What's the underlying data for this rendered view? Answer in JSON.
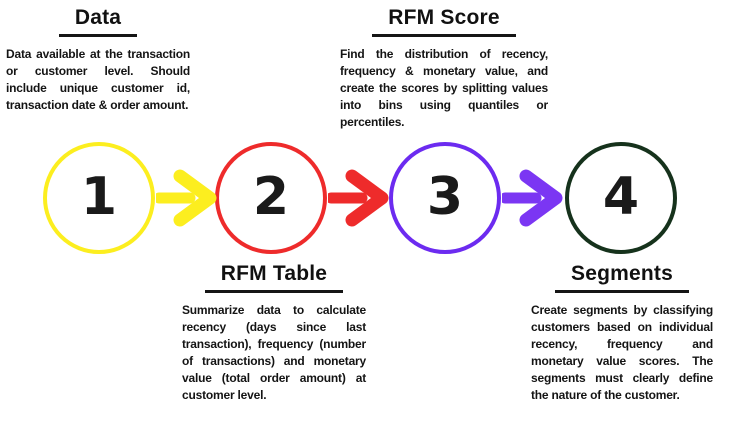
{
  "figure": {
    "background": "#ffffff",
    "text_color": "#141414",
    "underline_color": "#151515"
  },
  "steps": [
    {
      "number": "1",
      "title": "Data",
      "description": "Data available at the transaction or customer level. Should include unique customer id, transaction date & order amount.",
      "color": "#FCEE1F",
      "label_position": "top"
    },
    {
      "number": "2",
      "title": "RFM Table",
      "description": "Summarize data to calculate recency (days since last transaction), frequency (number of transactions) and monetary value (total order amount) at customer level.",
      "color": "#EE2B2B",
      "label_position": "bottom"
    },
    {
      "number": "3",
      "title": "RFM Score",
      "description": "Find the distribution of recency, frequency & monetary value, and create the scores by splitting values into bins using quantiles or percentiles.",
      "color": "#6C2BF0",
      "label_position": "top"
    },
    {
      "number": "4",
      "title": "Segments",
      "description": "Create segments by classifying customers based on individual recency, frequency and monetary value scores. The segments must clearly define the nature of the customer.",
      "color": "#16321C",
      "label_position": "bottom"
    }
  ],
  "arrows": [
    {
      "from": "1",
      "to": "2",
      "color": "#FCEE1F"
    },
    {
      "from": "2",
      "to": "3",
      "color": "#EE2B2B"
    },
    {
      "from": "3",
      "to": "4",
      "color": "#7B36F3"
    }
  ]
}
